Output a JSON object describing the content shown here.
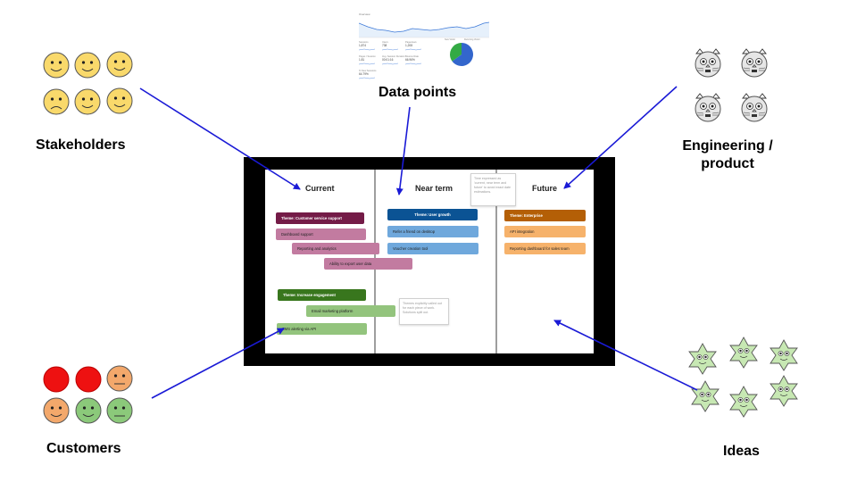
{
  "labels": {
    "stakeholders": "Stakeholders",
    "data_points": "Data points",
    "engineering": "Engineering /\nproduct",
    "customers": "Customers",
    "ideas": "Ideas"
  },
  "colors": {
    "arrow": "#1a1ad6",
    "yellow_face": "#f9d96b",
    "red_face": "#ee1111",
    "orange_face": "#f3a86b",
    "green_face": "#8bc97a",
    "cat_face": "#e6e6e6",
    "star": "#c7e8b3"
  },
  "roadmap": {
    "columns": [
      "Current",
      "Near term",
      "Future"
    ],
    "current": {
      "theme1": "Theme: Customer service support",
      "items1": [
        "Dashboard support",
        "Reporting and analytics",
        "Ability to export user data"
      ],
      "theme2": "Theme: Increase engagement",
      "items2": [
        "Email marketing platform",
        "SMS alerting via API"
      ]
    },
    "near_term": {
      "theme": "Theme: User growth",
      "items": [
        "Refer a friend on desktop",
        "Voucher creation tool"
      ]
    },
    "future": {
      "theme": "Theme: Enterprise",
      "items": [
        "API integration",
        "Reporting dashboard for sales team"
      ]
    },
    "notes": {
      "time": "Time expressed as 'current, near term and future' to avoid exact date estimations.",
      "themes": "Themes explicitly called out for each piece of work. Solutions split out."
    }
  },
  "dashboard": {
    "title": "Overview",
    "stats": [
      {
        "label": "Sessions",
        "value": "1,874"
      },
      {
        "label": "Users",
        "value": "738"
      },
      {
        "label": "Pageviews",
        "value": "1,208"
      },
      {
        "label": "Pages / Session",
        "value": "1.81"
      },
      {
        "label": "Avg. Session Duration",
        "value": "00:01:16"
      },
      {
        "label": "Bounce Rate",
        "value": "66.96%"
      },
      {
        "label": "% New Sessions",
        "value": "64.79%"
      }
    ],
    "pie": [
      {
        "name": "New Visitor",
        "value": 65,
        "color": "#3366cc"
      },
      {
        "name": "Returning Visitor",
        "value": 35,
        "color": "#33aa44"
      }
    ]
  }
}
